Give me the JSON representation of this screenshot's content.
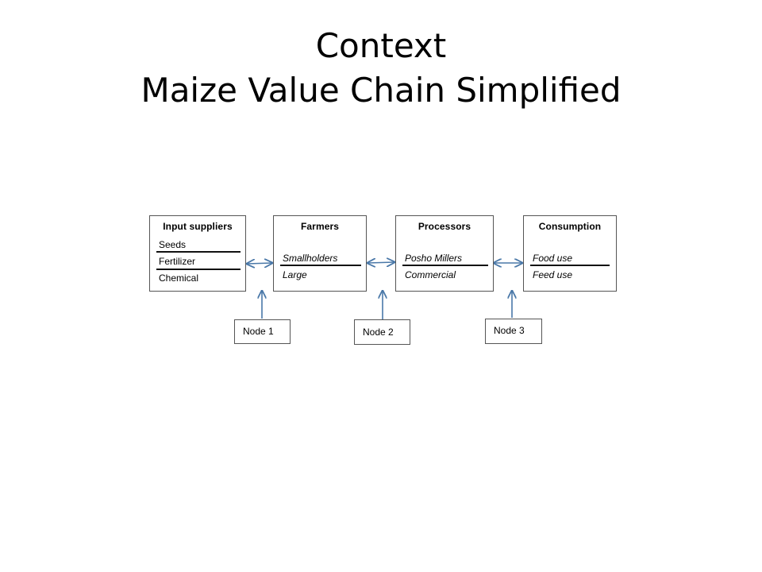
{
  "title": {
    "line1": "Context",
    "line2": "Maize Value Chain Simplified"
  },
  "stages": [
    {
      "heading": "Input suppliers",
      "items": [
        "Seeds",
        "Fertilizer",
        "Chemical"
      ]
    },
    {
      "heading": "Farmers",
      "items": [
        "Smallholders",
        "Large"
      ]
    },
    {
      "heading": "Processors",
      "items": [
        "Posho Millers",
        "Commercial"
      ]
    },
    {
      "heading": "Consumption",
      "items": [
        "Food use",
        "Feed use"
      ]
    }
  ],
  "nodes": [
    "Node 1",
    "Node 2",
    "Node 3"
  ],
  "colors": {
    "arrow": "#4a78a8",
    "box_border": "#555555",
    "rule": "#111111"
  }
}
